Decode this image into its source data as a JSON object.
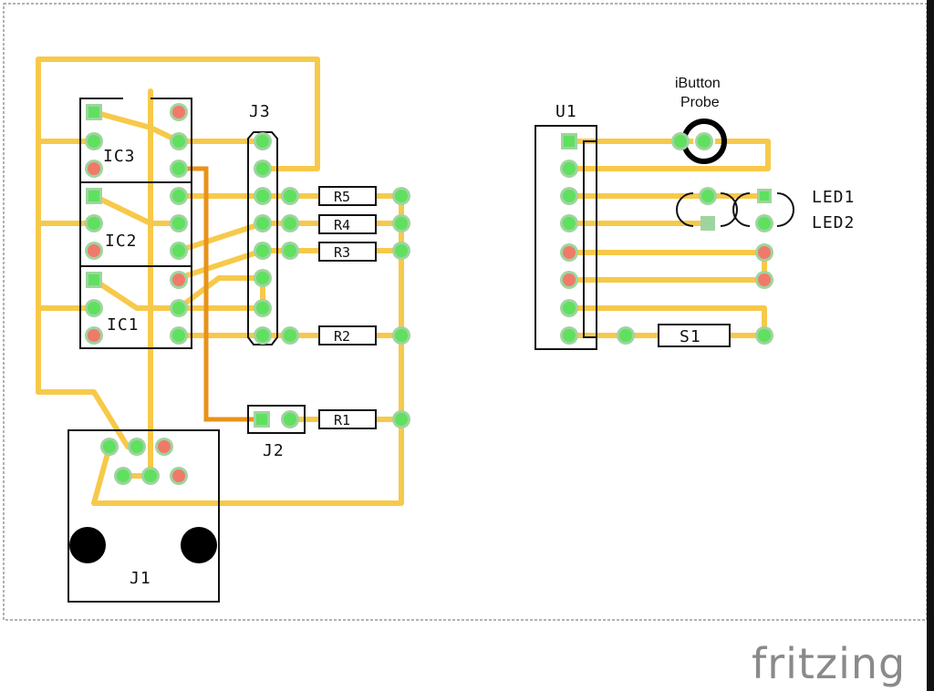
{
  "labels": {
    "ic3": "IC3",
    "ic2": "IC2",
    "ic1": "IC1",
    "j3": "J3",
    "j2": "J2",
    "j1": "J1",
    "u1": "U1",
    "r5": "R5",
    "r4": "R4",
    "r3": "R3",
    "r2": "R2",
    "r1": "R1",
    "s1": "S1",
    "led1": "LED1",
    "led2": "LED2",
    "ibutton_line1": "iButton",
    "ibutton_line2": "Probe"
  },
  "logo": "fritzing",
  "colors": {
    "trace": "#f7c94a",
    "trace_top": "#e8921a",
    "pad_green": "#5fe05f",
    "pad_ring": "#9fd49f",
    "pad_red": "#f07a6a",
    "outline": "#111111"
  }
}
